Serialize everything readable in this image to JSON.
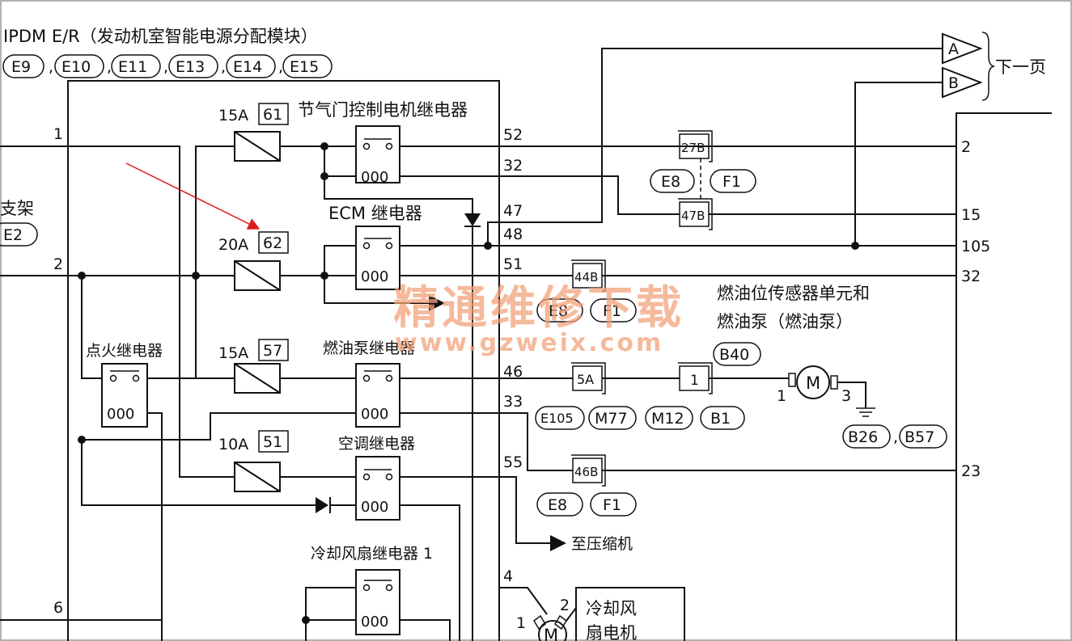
{
  "module": {
    "title": "IPDM E/R（发动机室智能电源分配模块）",
    "connectors": [
      "E9",
      "E10",
      "E11",
      "E13",
      "E14",
      "E15"
    ]
  },
  "left_label": {
    "text": "支架",
    "connector": "E2"
  },
  "pins_left": [
    "1",
    "2",
    "6"
  ],
  "fuses": [
    {
      "amp": "15A",
      "num": "61"
    },
    {
      "amp": "20A",
      "num": "62"
    },
    {
      "amp": "15A",
      "num": "57"
    },
    {
      "amp": "10A",
      "num": "51"
    }
  ],
  "relays": [
    {
      "label": "节气门控制电机继电器"
    },
    {
      "label": "ECM 继电器"
    },
    {
      "label": "点火继电器"
    },
    {
      "label": "燃油泵继电器"
    },
    {
      "label": "空调继电器"
    },
    {
      "label": "冷却风扇继电器 1"
    }
  ],
  "pins_ipdm": [
    "52",
    "32",
    "47",
    "48",
    "51",
    "46",
    "33",
    "55",
    "4"
  ],
  "junction_labels": [
    "27B",
    "47B",
    "44B",
    "5A",
    "1",
    "46B"
  ],
  "connector_labels": {
    "e8": "E8",
    "f1": "F1",
    "e105": "E105",
    "m77": "M77",
    "m12": "M12",
    "b1": "B1",
    "b26": "B26",
    "b57": "B57",
    "b40": "B40"
  },
  "pins_right": [
    "2",
    "15",
    "105",
    "32",
    "23"
  ],
  "page_ref": {
    "a": "A",
    "b": "B",
    "label": "下一页"
  },
  "fuel_unit": {
    "line1": "燃油位传感器单元和",
    "line2": "燃油泵（燃油泵）"
  },
  "motor": {
    "symbol": "M",
    "pin1": "1",
    "pin3": "3"
  },
  "compressor": "至压缩机",
  "fan_motor": {
    "pin1": "1",
    "pin2": "2",
    "line1": "冷却风",
    "line2": "扇电机"
  },
  "watermark": {
    "cn": "精通维修下载",
    "url": "www.gzweix.com"
  }
}
